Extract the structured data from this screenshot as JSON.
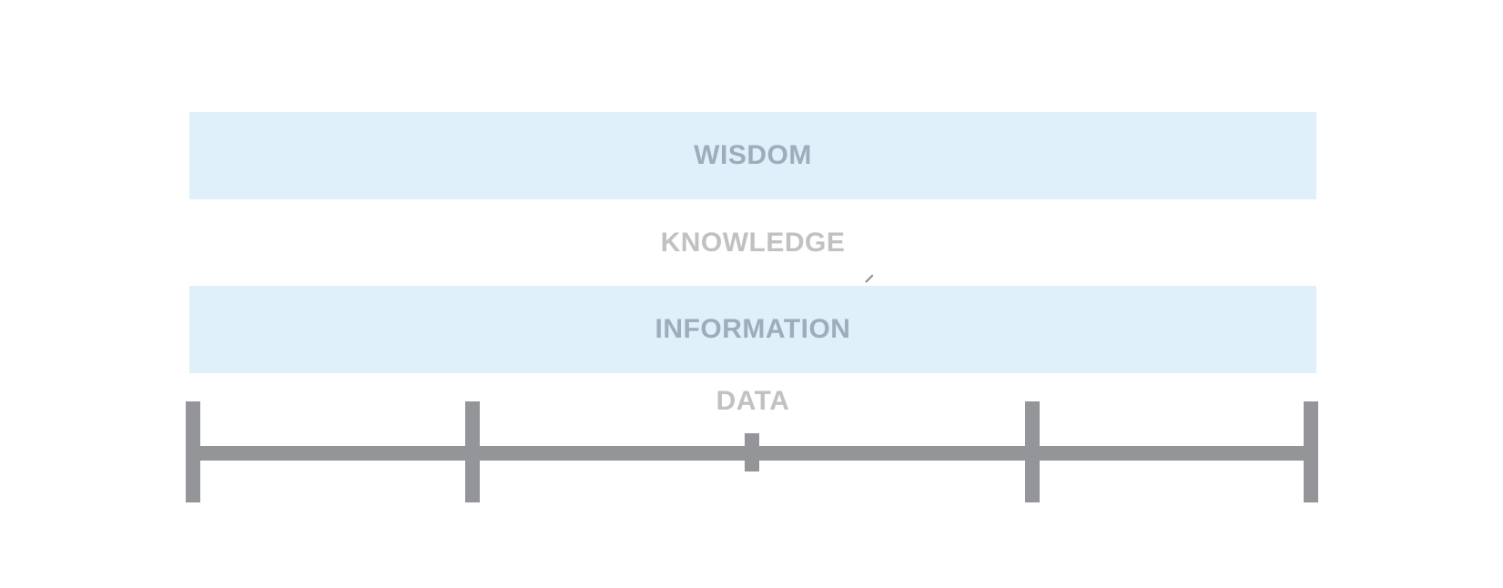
{
  "diagram": {
    "levels": [
      {
        "label": "WISDOM",
        "shaded": true
      },
      {
        "label": "KNOWLEDGE",
        "shaded": false
      },
      {
        "label": "INFORMATION",
        "shaded": true
      },
      {
        "label": "DATA",
        "shaded": false
      }
    ],
    "colors": {
      "band_fill": "#dff0fa",
      "shaded_text": "#9eadb9",
      "plain_text": "#c1c1c1",
      "scale_bar": "#939598"
    }
  }
}
